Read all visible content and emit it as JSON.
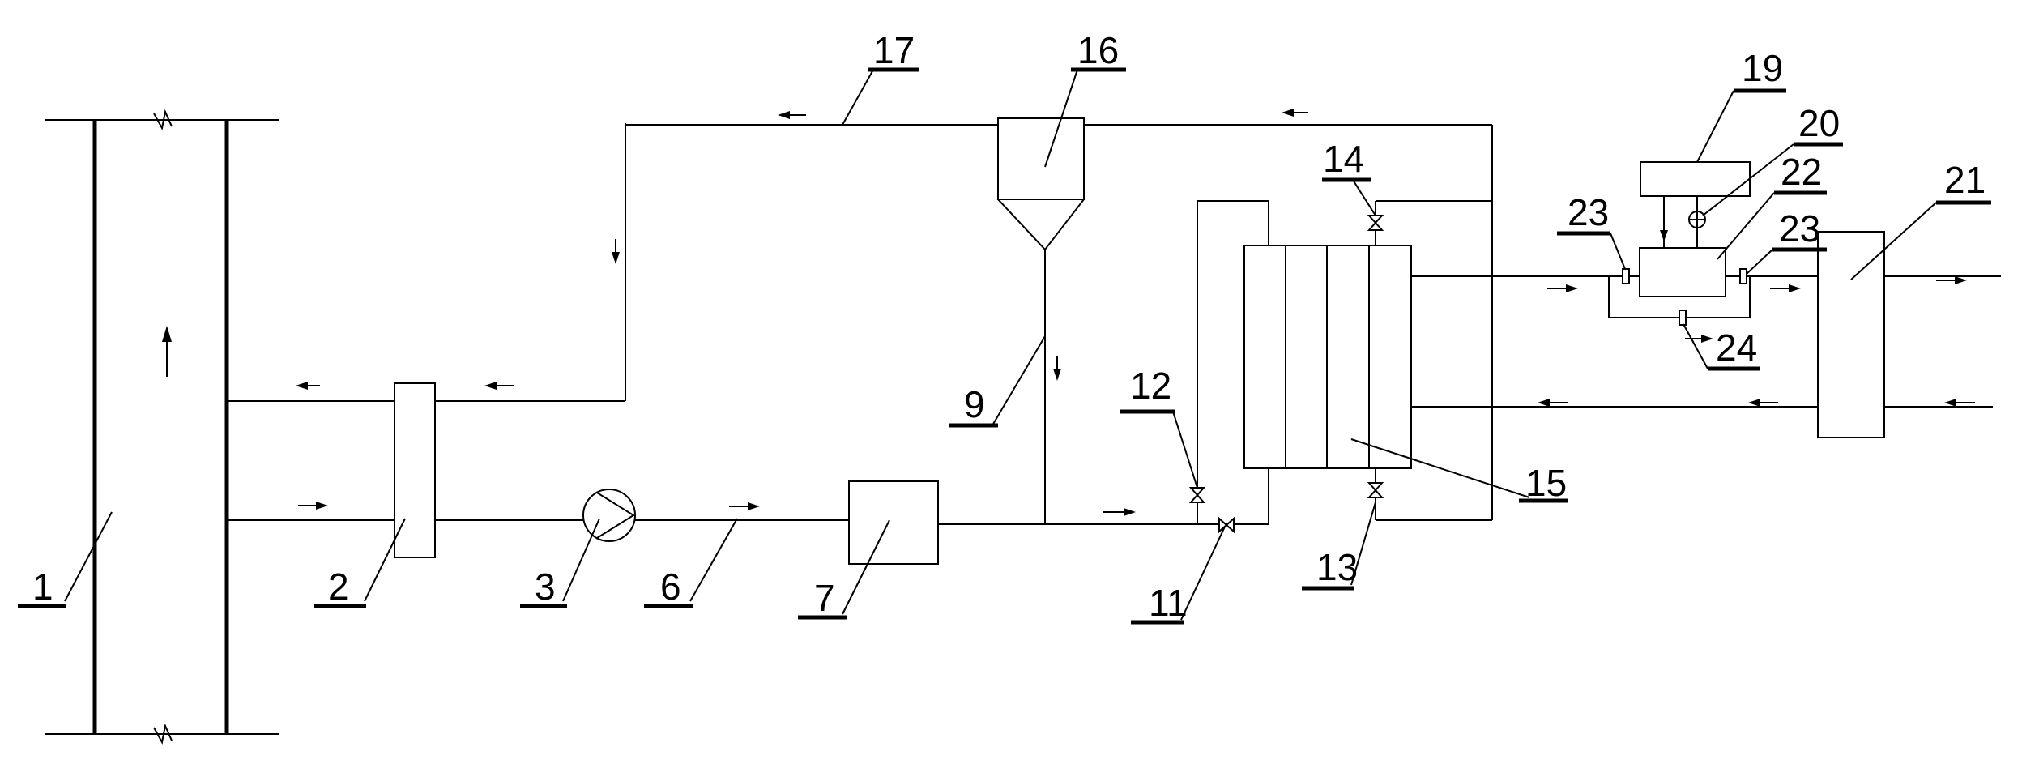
{
  "diagram": {
    "labels": {
      "n1": "1",
      "n2": "2",
      "n3": "3",
      "n6": "6",
      "n7": "7",
      "n9": "9",
      "n11": "11",
      "n12": "12",
      "n13": "13",
      "n14": "14",
      "n15": "15",
      "n16": "16",
      "n17": "17",
      "n19": "19",
      "n20": "20",
      "n21": "21",
      "n22": "22",
      "n23a": "23",
      "n23b": "23",
      "n24": "24"
    },
    "line_color": "#000000",
    "background": "#ffffff"
  }
}
